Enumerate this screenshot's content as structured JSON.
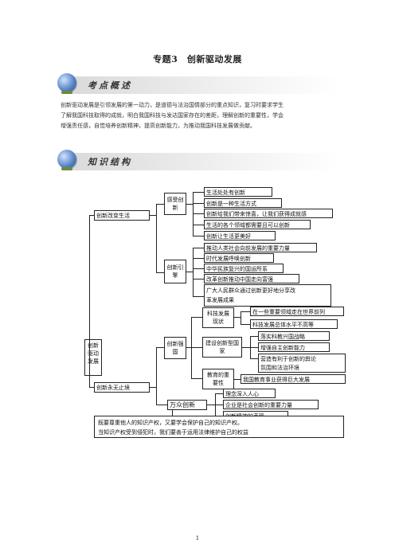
{
  "title": "专题3　创新驱动发展",
  "sections": {
    "kaodian": {
      "label": "考点概述",
      "icon": "globe-icon"
    },
    "zhishi": {
      "label": "知识结构",
      "icon": "globe-icon"
    }
  },
  "intro": [
    "创新驱动发展是引领发展的第一动力，是道德与法治国情部分的重点知识，复习时要求学生",
    "了解我国科技取得的成就，明白我国科技与发达国家存在的差距，理解创新的重要性，学会",
    "增强责任感，自觉培养创新精神，提高创新能力，为推动我国科技发展做贡献。"
  ],
  "diagram": {
    "root": "创新驱动发展",
    "b1": "创新改变生活",
    "b1a": "感受创新",
    "b1a_items": [
      "生活处处有创新",
      "创新是一种生活方式",
      "创新给我们带来惊喜，让我们获得成就感",
      "生活的各个领域都需要且可以创新",
      "创新让生活更美好"
    ],
    "b1b": "创新引擎",
    "b1b_items": [
      "推动人类社会向前发展的重要力量",
      "时代发展呼唤创新",
      "中华民族复兴的国运所系",
      "改革创新推动中国走向富强",
      "广大人民群众通过创新更好地分享改",
      "革发展成果"
    ],
    "b2": "创新永无止境",
    "b2a": "创新强国",
    "b2a1": "科技发展现状",
    "b2a1_items": [
      "在一些重要领域走在世界前列",
      "科技发展总体水平不高等"
    ],
    "b2a2": "建设创新型国家",
    "b2a2_items": [
      "落实科教兴国战略",
      "增强自主创新能力",
      "营造有利于创新的舆论",
      "氛围和法治环境"
    ],
    "b2a3": "教育的重要性",
    "b2a3_items": [
      "我国教育事业获得巨大发展"
    ],
    "b2b": "万众创新",
    "b2b_items": [
      "理念深入人心",
      "企业是社会创新的重要力量",
      "创新精神的表现"
    ],
    "bottom": [
      "既要尊重他人的知识产权，又要学会保护自己的知识产权。",
      "当知识产权受到侵犯时，我们要善于运用法律维护自己的权益"
    ]
  },
  "page_number": "1"
}
